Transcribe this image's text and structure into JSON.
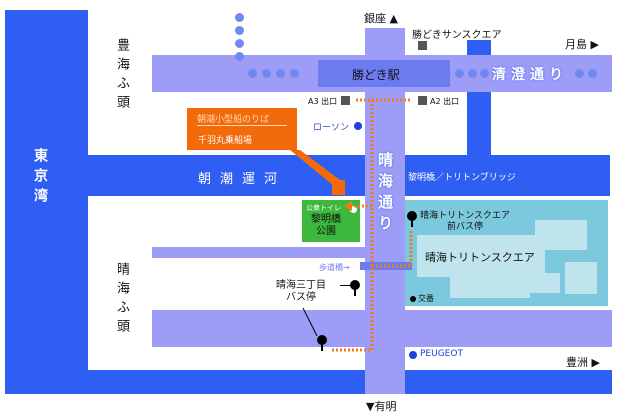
{
  "places": {
    "bay": "東京湾",
    "pier_top": "豊海ふ頭",
    "pier_bottom": "晴海ふ頭",
    "canal": "朝潮運河",
    "station": "勝どき駅",
    "street_top": "清澄通り",
    "street_vertical": "晴海通り",
    "sun_square": "勝どきサンスクエア",
    "exit_a3": "A3 出口",
    "exit_a2": "A2 出口",
    "lawson": "ローソン",
    "bridge": "黎明橋／トリトンブリッジ",
    "toilet": "公衆トイレ",
    "park": "黎明橋公園",
    "triton_stop": "晴海トリトンスクエア前バス停",
    "triton": "晴海トリトンスクエア",
    "koban": "交番",
    "footbridge": "歩道橋→",
    "harumi3_stop": "晴海三丁目バス停",
    "peugeot": "PEUGEOT"
  },
  "callout": {
    "line1": "朝潮小型船のりば",
    "line2": "千羽丸乗船場"
  },
  "directions": {
    "north": "銀座 ▲",
    "east": "月島 ▶",
    "south": "▼有明",
    "southeast": "豊洲 ▶"
  },
  "colors": {
    "water": "#2f5ff2",
    "road": "#9d9df7",
    "callout": "#f26a0a",
    "park": "#3cb83c",
    "triton": "#7cc9de"
  }
}
